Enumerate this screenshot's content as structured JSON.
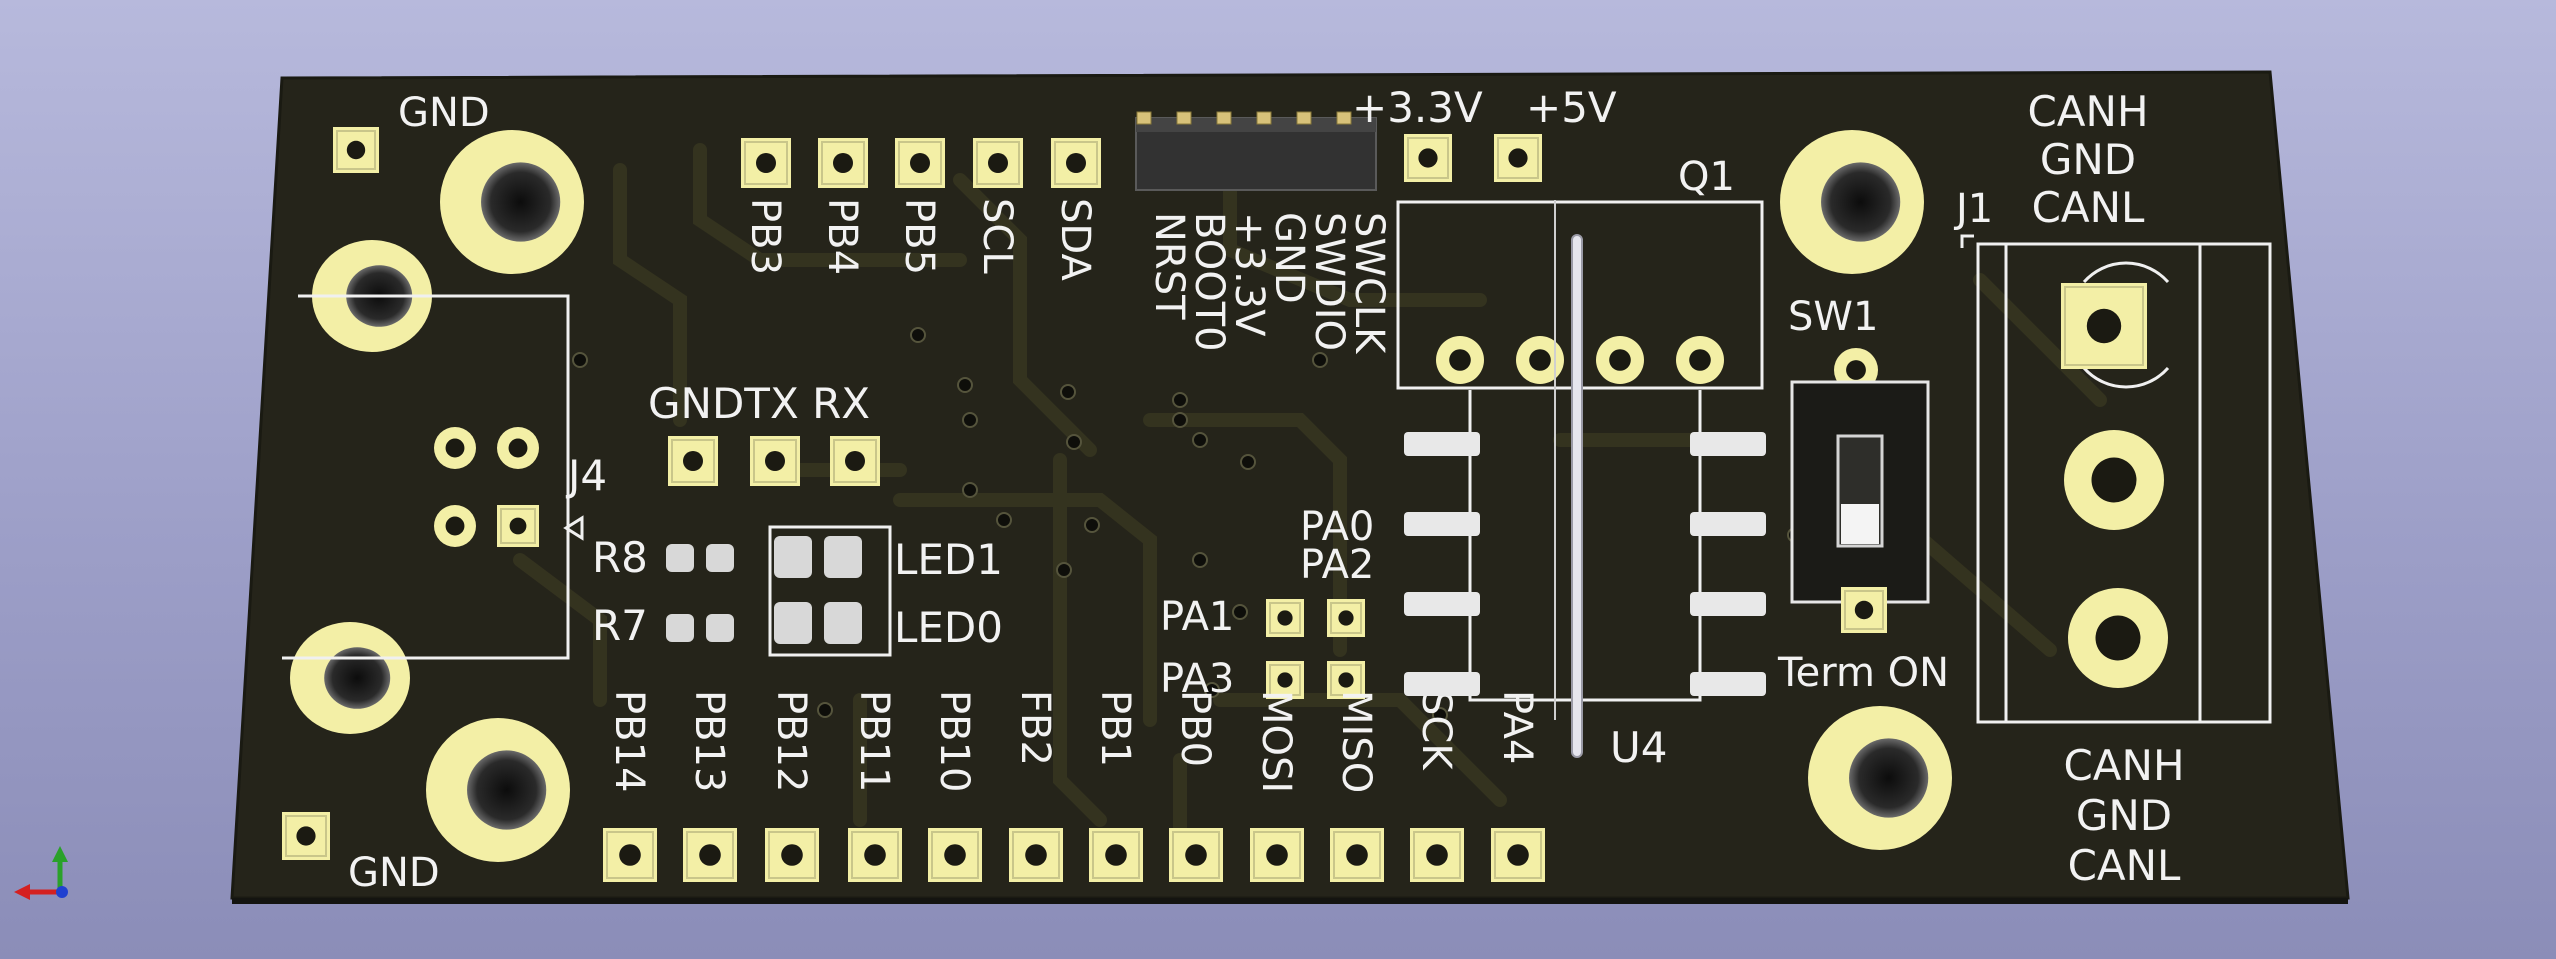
{
  "viewer": {
    "board_color": "#25241a",
    "pad_color": "#f3efa6",
    "silk_color": "#f2f2f2",
    "axis_icon": "xyz-axis-icon"
  },
  "board": {
    "labels": {
      "gnd_top": "GND",
      "gnd_bottom": "GND",
      "j4": "J4",
      "q1": "Q1",
      "j1": "J1",
      "sw1": "SW1",
      "u4": "U4",
      "term_on": "Term ON",
      "gnd_tx_rx": "GNDTX RX",
      "pwr_3v3": "+3.3V",
      "pwr_5v": "+5V",
      "r8": "R8",
      "r7": "R7",
      "led1": "LED1",
      "led0": "LED0",
      "pa0": "PA0",
      "pa2": "PA2",
      "pa1": "PA1",
      "pa3": "PA3"
    },
    "can_top": [
      "CANH",
      "GND",
      "CANL"
    ],
    "can_bottom": [
      "CANH",
      "GND",
      "CANL"
    ],
    "top_pins": [
      "PB3",
      "PB4",
      "PB5",
      "SCL",
      "SDA"
    ],
    "swd_pins": [
      "SWCLK",
      "SWDIO",
      "GND",
      "+3.3V",
      "BOOT0",
      "NRST"
    ],
    "bottom_pins": [
      "PB14",
      "PB13",
      "PB12",
      "PB11",
      "PB10",
      "FB2",
      "PB1",
      "PB0",
      "MOSI",
      "MISO",
      "SCK",
      "PA4"
    ]
  }
}
